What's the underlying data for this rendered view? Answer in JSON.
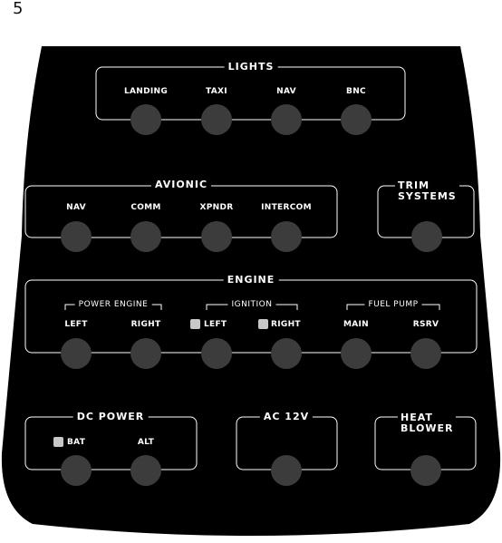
{
  "page_number": "5",
  "colors": {
    "panel": "#000000",
    "knob": "#3c3c3c",
    "text": "#ffffff",
    "indicator": "#c8c8c8"
  },
  "lights": {
    "title": "LIGHTS",
    "switches": [
      "LANDING",
      "TAXI",
      "NAV",
      "BNC"
    ]
  },
  "avionic": {
    "title": "AVIONIC",
    "switches": [
      "NAV",
      "COMM",
      "XPNDR",
      "INTERCOM"
    ]
  },
  "trim": {
    "title_line1": "TRIM",
    "title_line2": "SYSTEMS"
  },
  "engine": {
    "title": "ENGINE",
    "power_engine": {
      "title": "POWER ENGINE",
      "left": "LEFT",
      "right": "RIGHT"
    },
    "ignition": {
      "title": "IGNITION",
      "left": "LEFT",
      "right": "RIGHT"
    },
    "fuel_pump": {
      "title": "FUEL PUMP",
      "main": "MAIN",
      "rsrv": "RSRV"
    }
  },
  "dc_power": {
    "title": "DC POWER",
    "bat": "BAT",
    "alt": "ALT"
  },
  "ac": {
    "title": "AC 12V"
  },
  "heat": {
    "title_line1": "HEAT",
    "title_line2": "BLOWER"
  }
}
